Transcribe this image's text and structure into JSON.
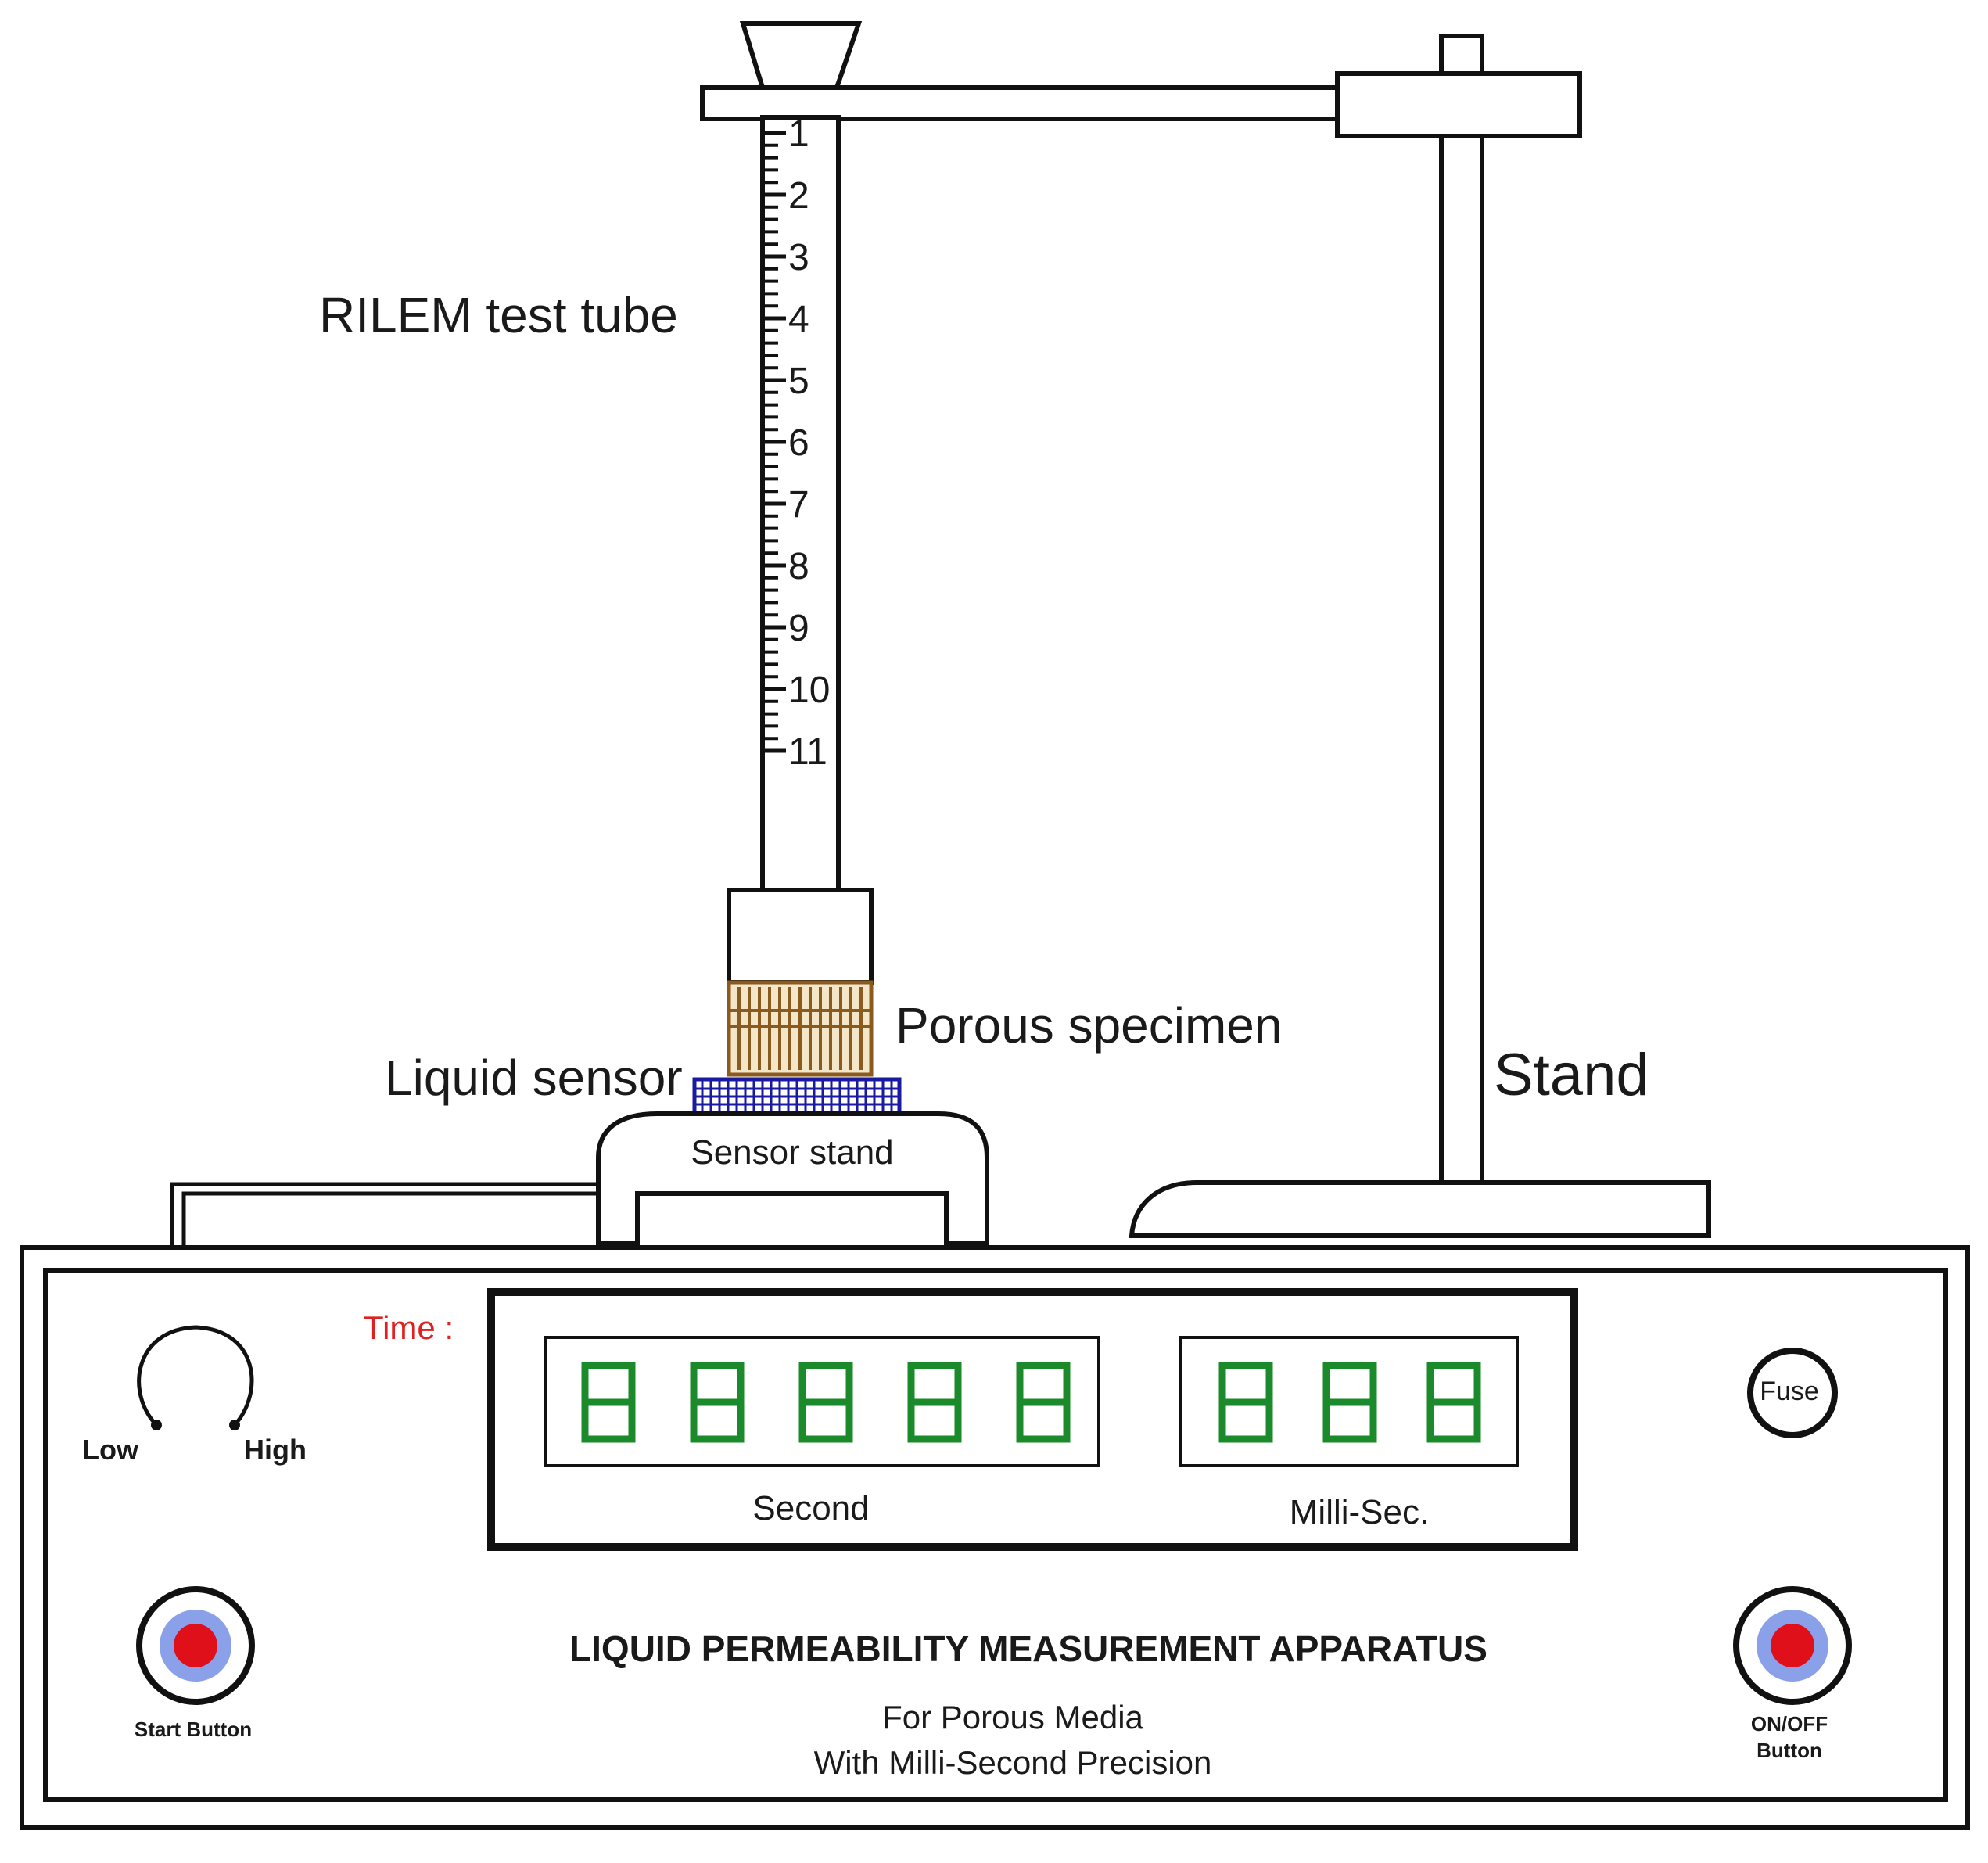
{
  "labels": {
    "tube": "RILEM test tube",
    "specimen": "Porous specimen",
    "sensor": "Liquid sensor",
    "sensor_stand": "Sensor stand",
    "stand": "Stand"
  },
  "tube_scale": [
    "1",
    "2",
    "3",
    "4",
    "5",
    "6",
    "7",
    "8",
    "9",
    "10",
    "11"
  ],
  "panel": {
    "knob_low": "Low",
    "knob_high": "High",
    "time_label": "Time :",
    "seconds_label": "Second",
    "millis_label": "Milli-Sec.",
    "fuse_label": "Fuse",
    "start_label": "Start Button",
    "onoff_label_line1": "ON/OFF",
    "onoff_label_line2": "Button",
    "title": "LIQUID PERMEABILITY MEASUREMENT APPARATUS",
    "subtitle_line1": "For Porous Media",
    "subtitle_line2": "With Milli-Second Precision"
  },
  "display": {
    "seconds_digits": 5,
    "millis_digits": 3,
    "digit_color": "#1a8a2a"
  },
  "colors": {
    "time_label": "#e02020",
    "button_core": "#e0101a",
    "button_ring": "#8aa0e8",
    "specimen": "#8b5a1e",
    "sensor": "#1a1aa0"
  }
}
